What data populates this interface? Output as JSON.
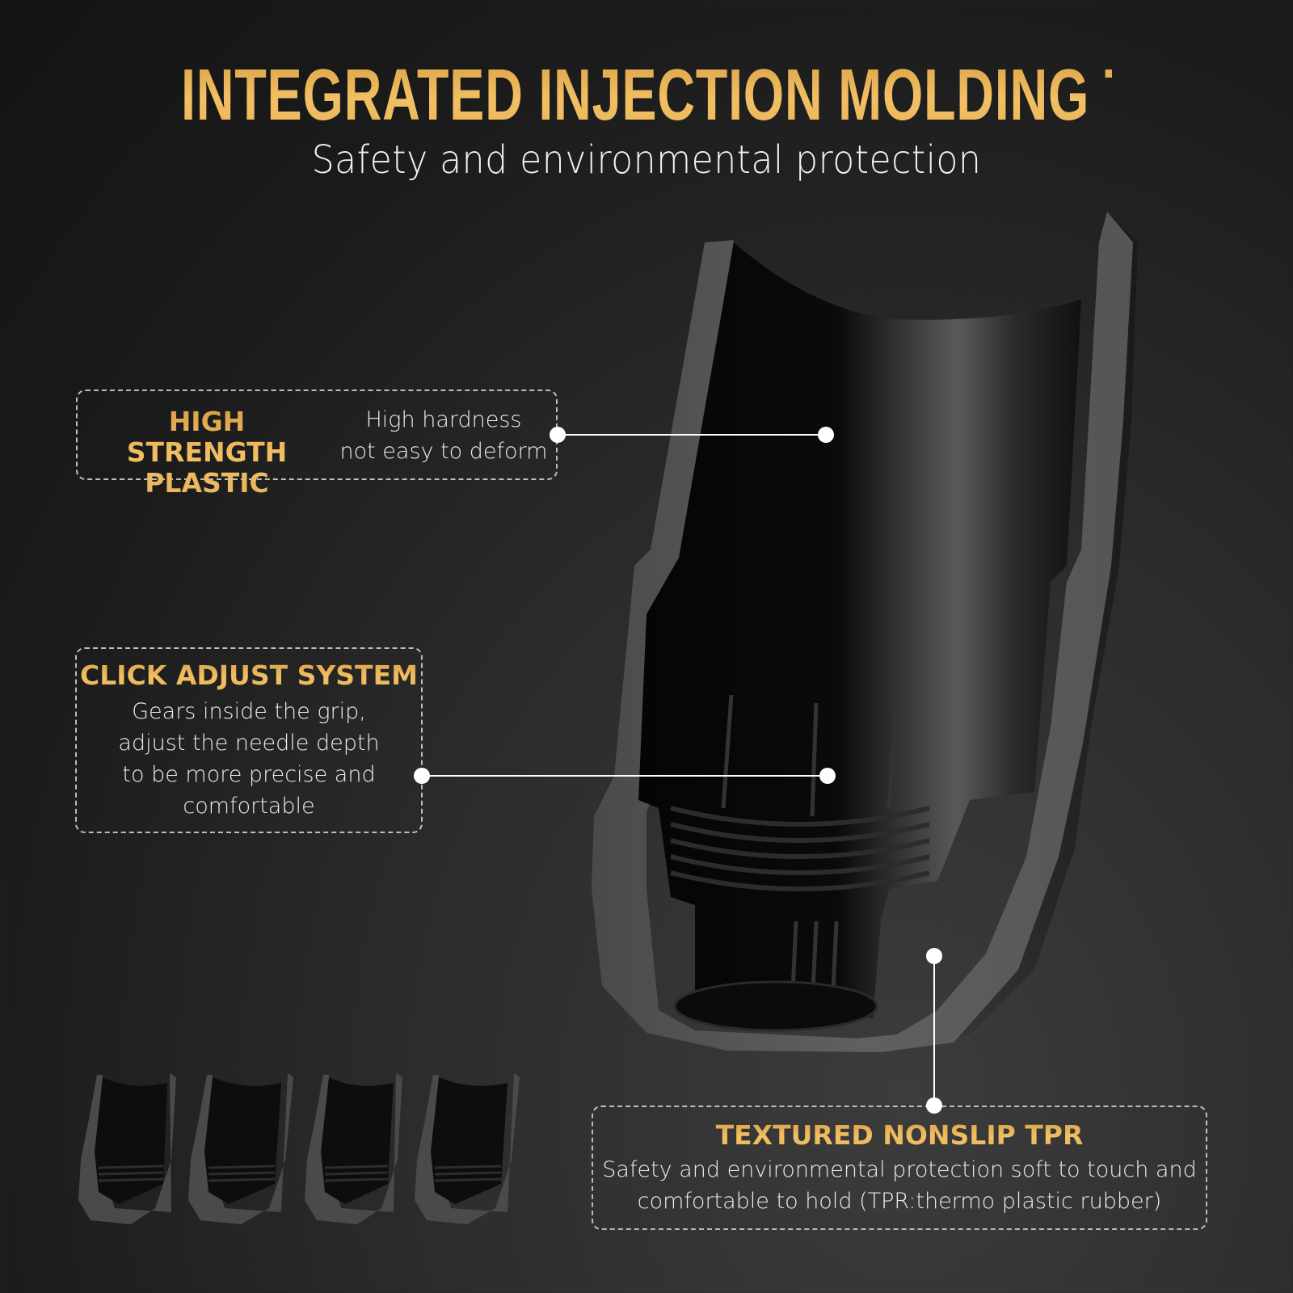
{
  "header": {
    "title": "INTEGRATED INJECTION MOLDING TECHNOLOGY",
    "subtitle": "Safety and environmental protection"
  },
  "callouts": [
    {
      "heading": "HIGH STRENGTH PLASTIC",
      "heading_lines": [
        "HIGH STRENGTH",
        "PLASTIC"
      ],
      "body_lines": [
        "High hardness",
        "not easy to deform"
      ]
    },
    {
      "heading": "CLICK ADJUST SYSTEM",
      "body_lines": [
        "Gears inside the grip,",
        "adjust the needle depth",
        "to be more precise and",
        "comfortable"
      ]
    },
    {
      "heading": "TEXTURED NONSLIP TPR",
      "body_lines": [
        "Safety and environmental protection soft to touch and",
        "comfortable to hold (TPR:thermo plastic rubber)"
      ]
    }
  ],
  "images": {
    "main": "tattoo-grip-cross-section",
    "thumbnails": [
      "grip-variant-1",
      "grip-variant-2",
      "grip-variant-3",
      "grip-variant-4"
    ]
  },
  "colors": {
    "gold_top": "#d9a046",
    "gold_bottom": "#f2c063",
    "background": "#1f1f1f",
    "grip_shell": "#5e5e5e",
    "grip_inner": "#0d0d0d"
  }
}
